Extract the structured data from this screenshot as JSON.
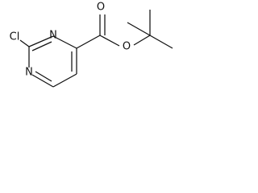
{
  "molecule": {
    "atoms": {
      "cl": "Cl",
      "n_top": "N",
      "n_bottom": "N",
      "o_carbonyl": "O",
      "o_ester": "O"
    }
  },
  "colors": {
    "bond": "#111111",
    "label": "#111111",
    "background": "#ffffff"
  }
}
